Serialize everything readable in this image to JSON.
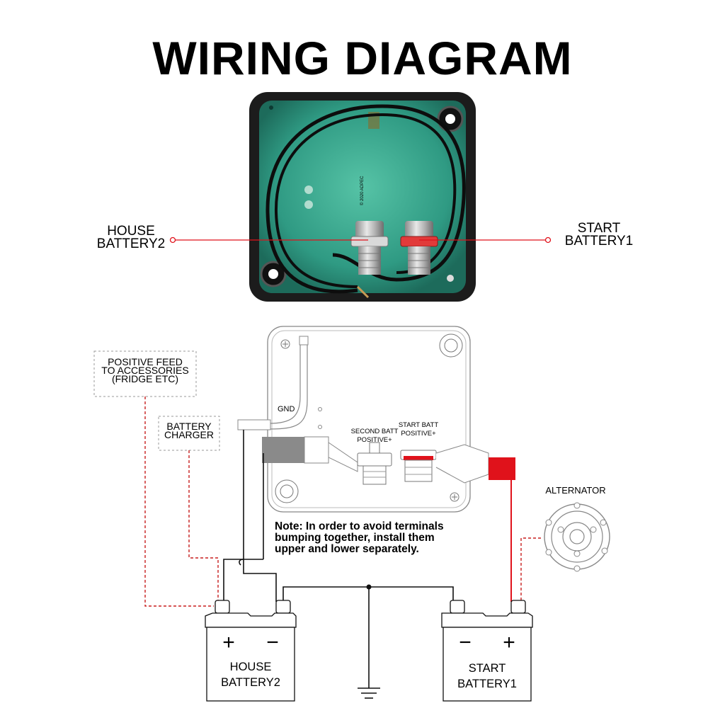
{
  "title": "WIRING DIAGRAM",
  "photo": {
    "left_label_line1": "HOUSE",
    "left_label_line2": "BATTERY2",
    "right_label_line1": "START",
    "right_label_line2": "BATTERY1",
    "pcb_text": "© 2020 ADPEC"
  },
  "schematic": {
    "positive_feed": [
      "POSITIVE FEED",
      "TO ACCESSORIES",
      "(FRIDGE ETC)"
    ],
    "battery_charger": [
      "BATTERY",
      "CHARGER"
    ],
    "gnd": "GND",
    "second_batt": [
      "SECOND BATT",
      "POSITIVE+"
    ],
    "start_batt": [
      "START BATT",
      "POSITIVE+"
    ],
    "alternator": "ALTERNATOR",
    "note": [
      "Note: In order to avoid terminals",
      "bumping together, install them",
      "upper and lower separately."
    ],
    "house_battery": [
      "HOUSE",
      "BATTERY2"
    ],
    "start_battery": [
      "START",
      "BATTERY1"
    ],
    "plus_symbol": "+",
    "minus_symbol": "−"
  },
  "colors": {
    "red_wire": "#e0121b",
    "pcb_green": "#3aa58f",
    "case_black": "#1c1c1c",
    "dashed_red": "#c81e1e"
  }
}
